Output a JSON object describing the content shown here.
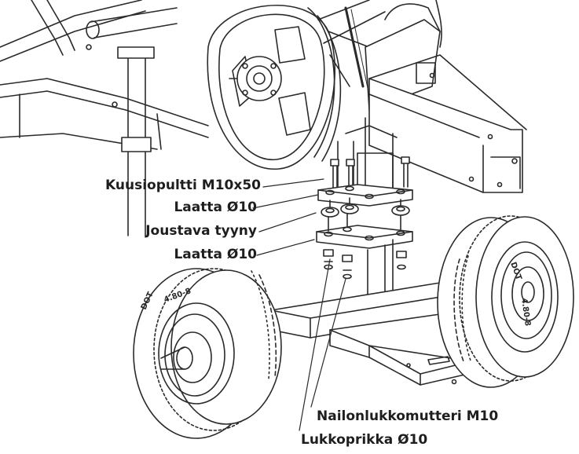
{
  "labels": {
    "hex_bolt": "Kuusiopultti M10x50",
    "washer_top": "Laatta Ø10",
    "flexible_pad": "Joustava tyyny",
    "washer_bottom": "Laatta Ø10",
    "nylon_nut": "Nailonlukkomutteri M10",
    "lock_washer": "Lukkoprikka Ø10"
  },
  "tire_markings": {
    "size": "4.80-8",
    "dot": "DOT"
  },
  "colors": {
    "line": "#2a2a2a",
    "text": "#1e1e1e",
    "background": "#ffffff"
  }
}
